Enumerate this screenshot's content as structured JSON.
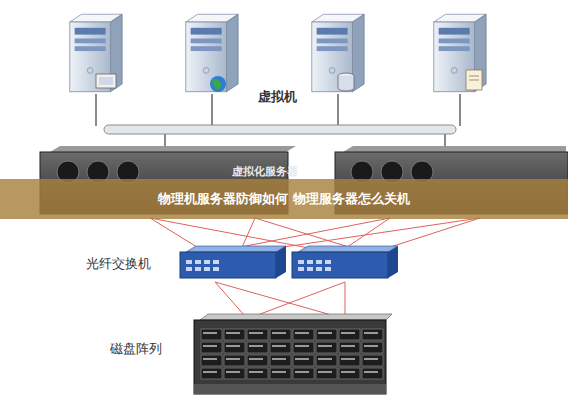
{
  "diagram": {
    "nodes": [
      {
        "text": [
          "物理机服务器防御如何 物理服务器怎么关机"
        ]
      }
    ],
    "labels": [
      "虚拟机",
      "虚拟化服务器",
      "光纤交换机",
      "磁盘阵列"
    ]
  }
}
